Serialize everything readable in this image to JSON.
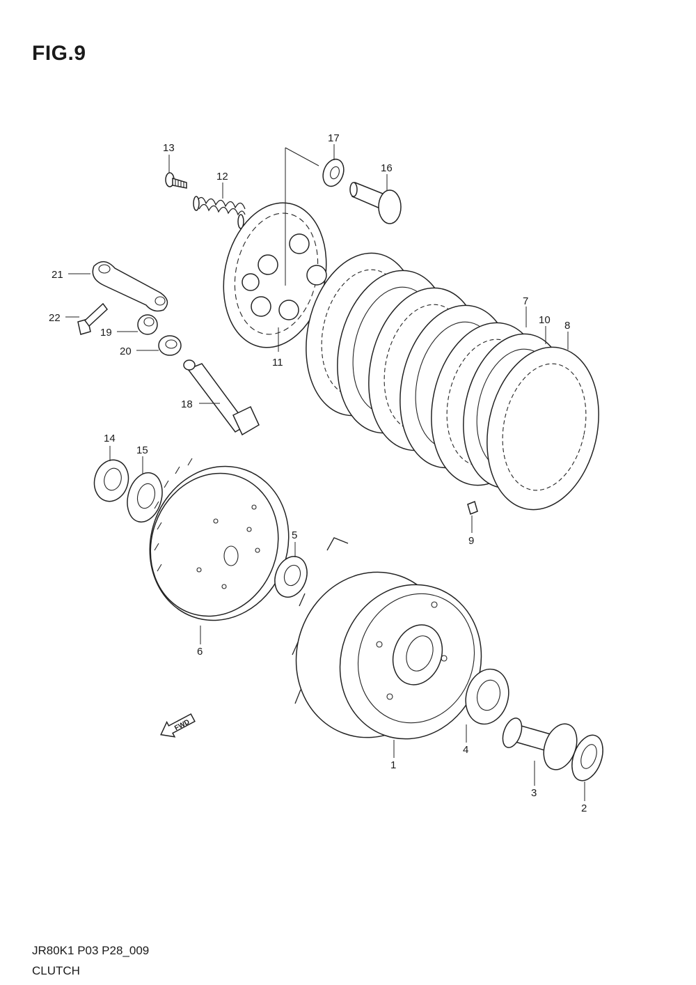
{
  "header": {
    "title": "FIG.9"
  },
  "footer": {
    "model_code": "JR80K1  P03  P28_009",
    "section_name": "CLUTCH"
  },
  "direction_arrow": {
    "label": "FWD"
  },
  "callouts": [
    "1",
    "2",
    "3",
    "4",
    "5",
    "6",
    "7",
    "8",
    "9",
    "10",
    "11",
    "12",
    "13",
    "14",
    "15",
    "16",
    "17",
    "18",
    "19",
    "20",
    "21",
    "22"
  ]
}
